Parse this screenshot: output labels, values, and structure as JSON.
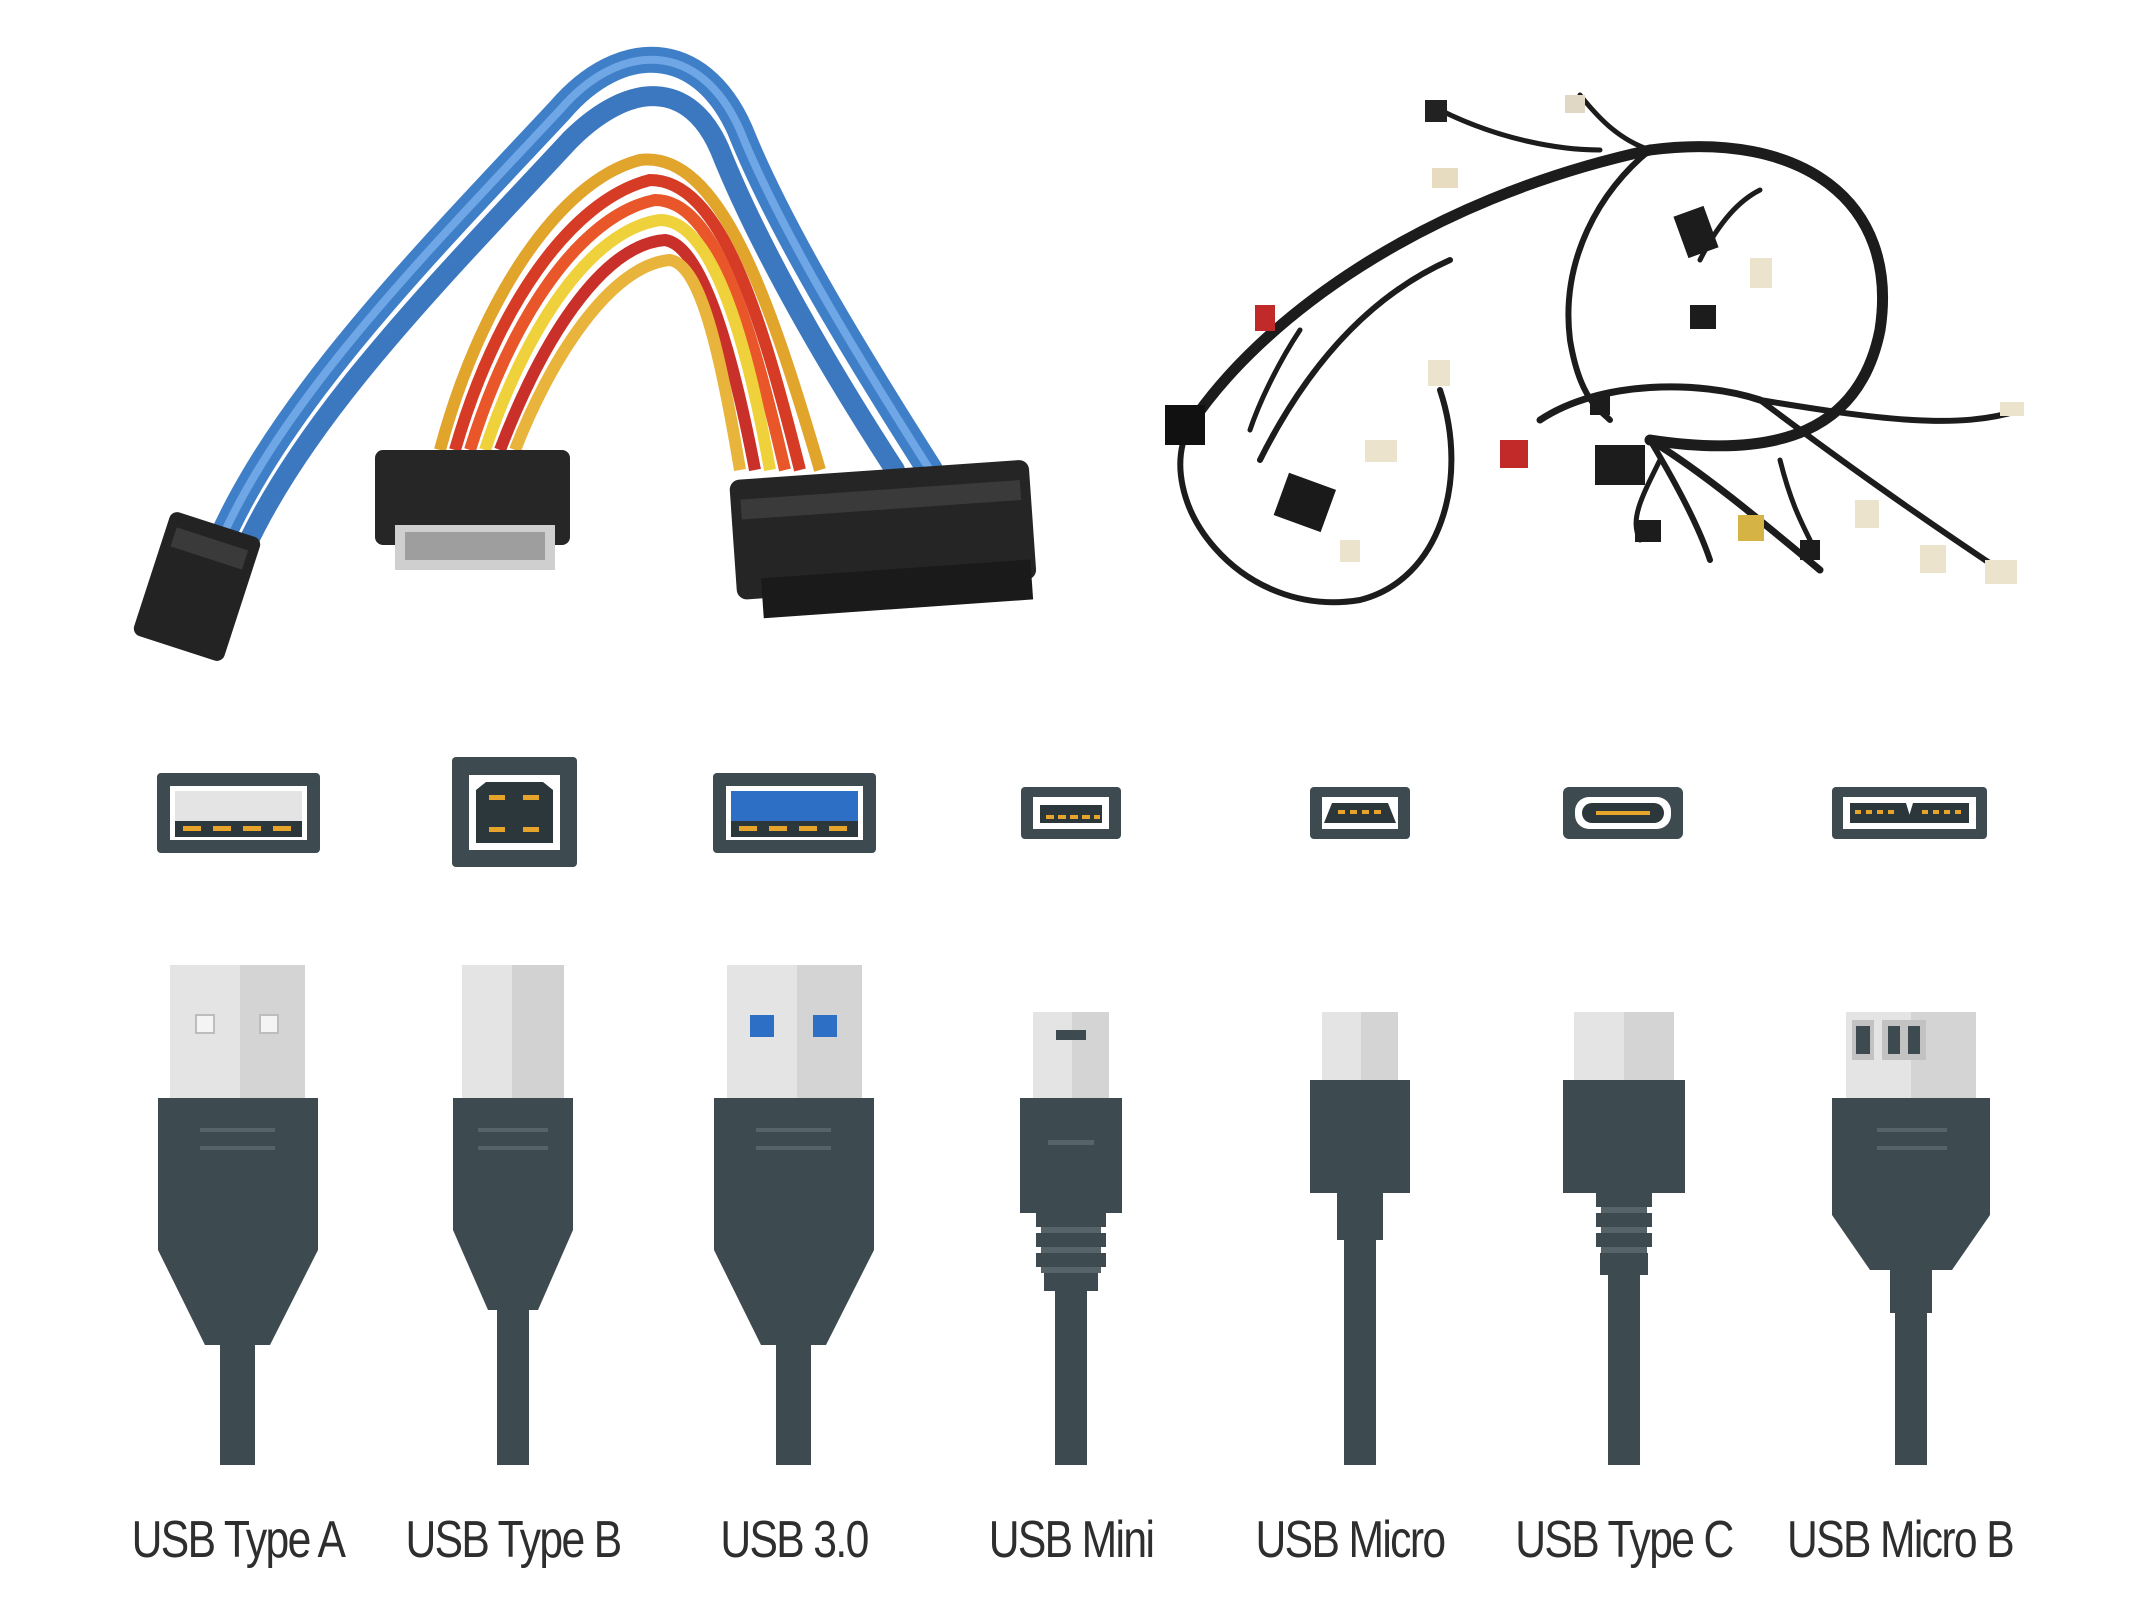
{
  "connectors": [
    {
      "key": "usb-type-a",
      "label": "USB Type A"
    },
    {
      "key": "usb-type-b",
      "label": "USB Type B"
    },
    {
      "key": "usb-3-0",
      "label": "USB 3.0"
    },
    {
      "key": "usb-mini",
      "label": "USB Mini"
    },
    {
      "key": "usb-micro",
      "label": "USB Micro"
    },
    {
      "key": "usb-type-c",
      "label": "USB Type C"
    },
    {
      "key": "usb-micro-b",
      "label": "USB Micro B"
    }
  ],
  "colors": {
    "plug_body": "#3d4a4f",
    "plug_line": "#566469",
    "metal_light": "#e4e4e4",
    "metal_shade": "#c6c6c6",
    "usb3_blue": "#2d6fc4",
    "pin_gold": "#e6a52a",
    "sata_blue": "#4f8fd6",
    "harness_black": "#1c1c1c"
  }
}
